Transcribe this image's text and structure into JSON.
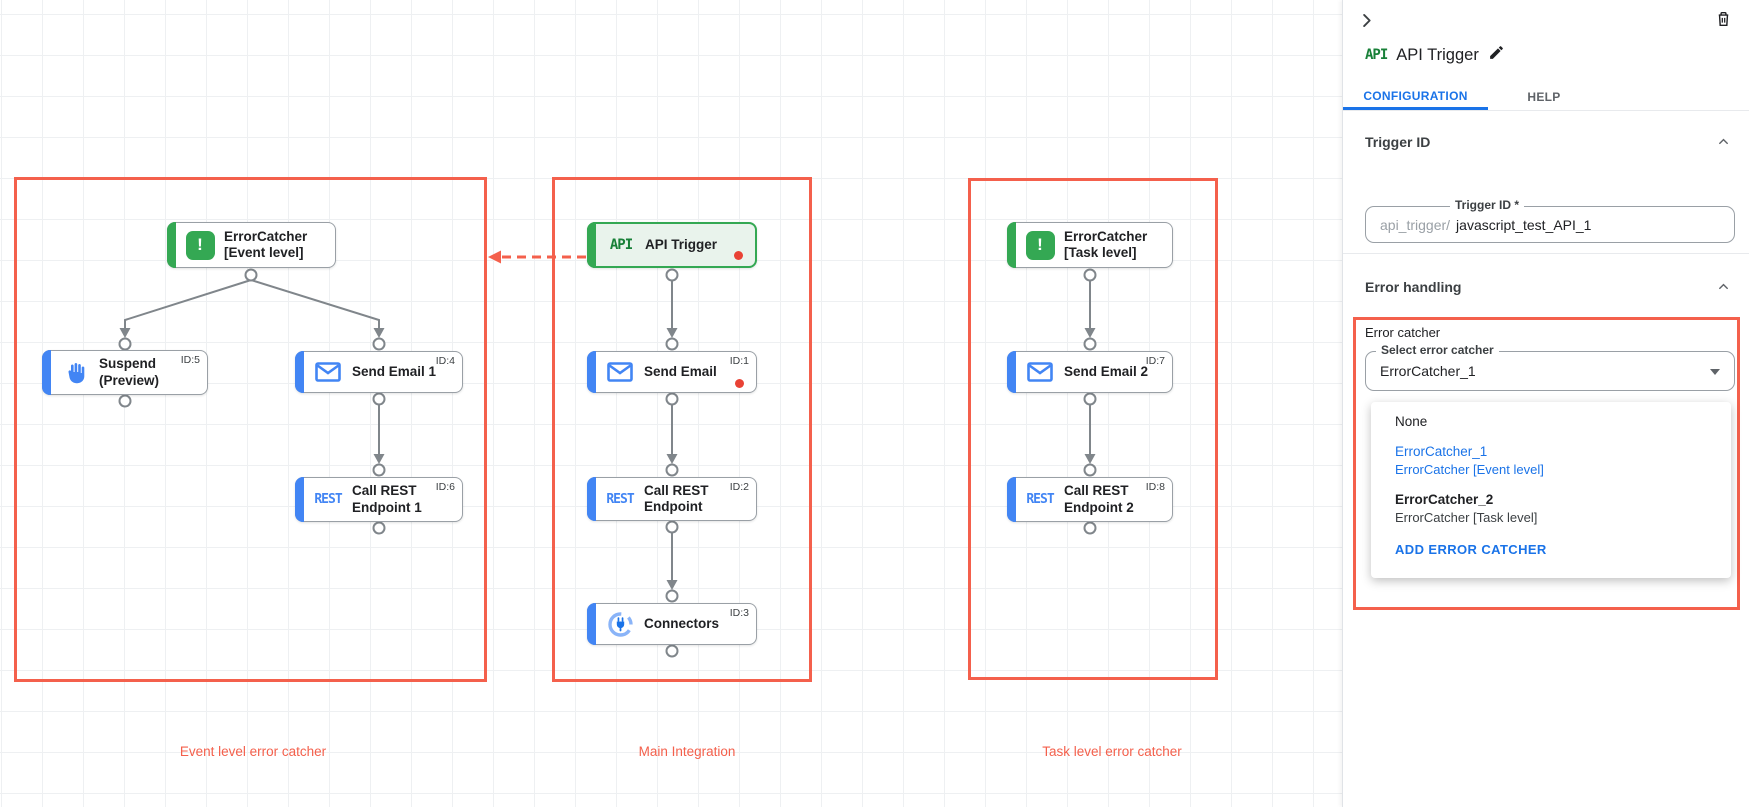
{
  "panel": {
    "node_type_badge": "API",
    "title": "API Trigger",
    "tabs": {
      "configuration": "CONFIGURATION",
      "help": "HELP"
    },
    "icons": {
      "collapse": "chevron-right-icon",
      "delete": "trash-icon",
      "edit": "pencil-icon",
      "section_collapse": "chevron-up-icon"
    },
    "sections": {
      "trigger_id": {
        "heading": "Trigger ID",
        "field_label": "Trigger ID *",
        "prefix": "api_trigger/",
        "value": "javascript_test_API_1"
      },
      "error_handling": {
        "heading": "Error handling",
        "group_label": "Error catcher",
        "select_label": "Select error catcher",
        "selected_value": "ErrorCatcher_1",
        "dropdown": {
          "none_option": "None",
          "options": [
            {
              "name": "ErrorCatcher_1",
              "description": "ErrorCatcher [Event level]"
            },
            {
              "name": "ErrorCatcher_2",
              "description": "ErrorCatcher [Task level]"
            }
          ],
          "add_button": "ADD ERROR CATCHER"
        }
      }
    }
  },
  "diagram": {
    "icons": {
      "error_glyph": "!",
      "rest_label": "REST",
      "api_label": "API"
    },
    "groups": [
      {
        "label": "Event level error catcher"
      },
      {
        "label": "Main Integration"
      },
      {
        "label": "Task level error catcher"
      }
    ],
    "nodes": [
      {
        "line1": "ErrorCatcher",
        "line2": "[Event level]",
        "id_label": ""
      },
      {
        "line1": "Suspend",
        "line2": "(Preview)",
        "id_label": "ID:5"
      },
      {
        "line1": "Send Email 1",
        "id_label": "ID:4"
      },
      {
        "line1": "Call REST",
        "line2": "Endpoint 1",
        "id_label": "ID:6"
      },
      {
        "line1": "API Trigger",
        "id_label": ""
      },
      {
        "line1": "Send Email",
        "id_label": "ID:1"
      },
      {
        "line1": "Call REST",
        "line2": "Endpoint",
        "id_label": "ID:2"
      },
      {
        "line1": "Connectors",
        "id_label": "ID:3"
      },
      {
        "line1": "ErrorCatcher",
        "line2": "[Task level]",
        "id_label": ""
      },
      {
        "line1": "Send Email 2",
        "id_label": "ID:7"
      },
      {
        "line1": "Call REST",
        "line2": "Endpoint 2",
        "id_label": "ID:8"
      }
    ],
    "colors": {
      "group_outline": "#f4604c",
      "edge": "#80868b",
      "error_dot": "#e94235",
      "task_accent": "#4285f4",
      "trigger_accent": "#34a853"
    }
  }
}
